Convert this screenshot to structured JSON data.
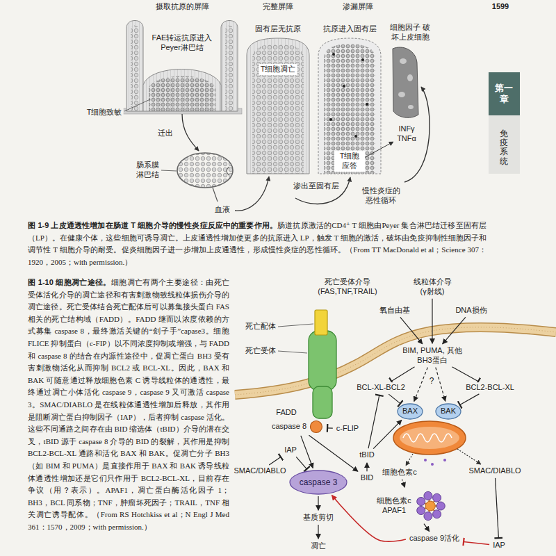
{
  "diagram": {
    "title": "图 1-10 细胞凋亡途径。",
    "caption": "细胞凋亡有两个主要途径：由死亡受体活化介导的凋亡途径和有害刺激物致线粒体损伤介导的凋亡途径。死亡受体结合死亡配体后可以募集接头蛋白 FAS 相关的死亡结构域（FADD）。FADD 继而以浓度依赖的方式募集 caspase 8，最终激活关键的“刽子手”capase3。细胞 FLICE 抑制蛋白（c-FIP）以不同浓度抑制或增强，与 FADD 和 caspase 8 的结合在内源性途径中，促凋亡蛋白 BH3 受有害刺激物活化从而抑制 BCL2 或 BCL-XL。因此，BAX 和 BAK 可随意通过释放细胞色素 C 诱导线粒体的通透性，最终通过凋亡小体活化 caspase 9，caspase 9 又可激活 caspase 3。SMAC/DIABLO 是在线粒体通透性增加后释放，其作用是阻断凋亡蛋白抑制因子（IAP），后者抑制 caspase 活化。这些不同通路之间存在由 BID 缩选体（tBID）介导的潜在交叉，tBID 源于 caspase 8 介导的 BID 的裂解，其作用是抑制 BCL2-BCL-XL 通路和活化 BAX 和 BAK。促凋亡分子 BH3（如 BIM 和 PUMA）是直接作用于 BAX 和 BAK 诱导线粒体通透性增加还是它们只作用于 BCL2-BCL-XL，目前存在争议（用？表示）。APAF1，凋亡蛋白酶活化因子 1；BH3，BCL 同系物；TNF，肿瘤坏死因子；TRAIL，TNF 相关凋亡诱导配体。（From RS Hotchkiss et al；N Engl J Med 361：1570，2009；with permission.）",
    "nodes": [
      {
        "text": [
          "线粒体介导 (γ射线)"
        ]
      },
      {
        "text": [
          "氧自由基"
        ]
      },
      {
        "text": [
          "DNA损伤"
        ]
      },
      {
        "text": [
          "BIM, PUMA, 其他 BH3蛋白"
        ]
      },
      {
        "text": [
          "BCL-XL-BCL2"
        ]
      },
      {
        "text": [
          "BCL2-BCL-XL"
        ]
      },
      {
        "text": [
          "BAX"
        ]
      },
      {
        "text": [
          "BAK"
        ]
      },
      {
        "text": [
          "caspase 8"
        ]
      },
      {
        "text": [
          "c-FLIP"
        ]
      },
      {
        "text": [
          "tBID"
        ]
      },
      {
        "text": [
          "BID"
        ]
      },
      {
        "text": [
          "IAP"
        ]
      },
      {
        "text": [
          "SMAC/DIABLO"
        ]
      },
      {
        "text": [
          "caspase 3"
        ]
      },
      {
        "text": [
          "基质剪切"
        ]
      },
      {
        "text": [
          "凋亡"
        ]
      },
      {
        "text": [
          "细胞色素c"
        ]
      },
      {
        "text": [
          "SMAC/DIABLO"
        ]
      },
      {
        "text": [
          "细胞色素c",
          "APAF1"
        ]
      },
      {
        "text": [
          "caspase 9活化"
        ]
      },
      {
        "text": [
          "IAP"
        ]
      }
    ],
    "edges": [
      {
        "from": 0,
        "to": 3,
        "arrow": "to"
      },
      {
        "from": 1,
        "to": 3,
        "arrow": "to"
      },
      {
        "from": 2,
        "to": 3,
        "arrow": "to"
      },
      {
        "from": 3,
        "to": 4,
        "arrow": "to"
      },
      {
        "from": 3,
        "to": 5,
        "arrow": "to"
      },
      {
        "from": 3,
        "to": 6,
        "arrow": "to"
      },
      {
        "from": 3,
        "to": 7,
        "arrow": "to"
      },
      {
        "from": 4,
        "to": 6,
        "arrow": "to"
      },
      {
        "from": 5,
        "to": 7,
        "arrow": "to"
      },
      {
        "from": 10,
        "to": 4,
        "arrow": "to"
      },
      {
        "from": 10,
        "to": 6,
        "arrow": "to"
      },
      {
        "from": 11,
        "to": 10,
        "arrow": "to"
      },
      {
        "from": 8,
        "to": 11,
        "arrow": "to"
      },
      {
        "from": 9,
        "to": 8,
        "arrow": "to"
      },
      {
        "from": 8,
        "to": 14,
        "arrow": "to"
      },
      {
        "from": 12,
        "to": 14,
        "arrow": "to"
      },
      {
        "from": 13,
        "to": 12,
        "arrow": "to"
      },
      {
        "from": 17,
        "to": 19,
        "arrow": "to"
      },
      {
        "from": 18,
        "to": 21,
        "arrow": "to"
      },
      {
        "from": 19,
        "to": 20,
        "arrow": "to"
      },
      {
        "from": 21,
        "to": 20,
        "arrow": "to"
      },
      {
        "from": 20,
        "to": 14,
        "arrow": "to"
      },
      {
        "from": 14,
        "to": 15,
        "arrow": "to"
      },
      {
        "from": 15,
        "to": 16,
        "arrow": "to"
      }
    ],
    "labels": [
      "摄取抗原的屏障",
      "完整屏障",
      "渗漏屏障",
      "1599",
      "FAE转运抗原进入 Peyer淋巴结",
      "固有层无抗原",
      "T细胞凋亡",
      "抗原进入固有层",
      "细胞因子 破坏上皮细胞",
      "第一章",
      "免疫系统",
      "T细胞致敏",
      "迁出",
      "INFγ TNFα",
      "肠系膜 淋巴结",
      "T细胞 应答",
      "血液",
      "渗出至固有层",
      "慢性炎症的 恶性循环",
      "图 1-9 上皮通透性增加在肠道 T 细胞介导的慢性炎症反应中的重要作用。",
      "肠道抗原激活的CD4⁺ T 细胞由Peyer 集合淋巴结迁移至固有层（LP）。在健康个体，这些细胞可诱导凋亡。上皮通透性增加使更多的抗原进入 LP，触发 T 细胞的激活，破坏由免疫抑制性细胞因子和调节性 T 细胞介导的耐受。促炎细胞因子进一步增加上皮通透性，形成慢性炎症的恶性循环。（From TT MacDonald et al；Science 307：1920，2005；with permission.）",
      "死亡受体介导 (FAS,TNF,TRAIL)",
      "死亡配体",
      "死亡受体",
      "FADD",
      "?"
    ]
  }
}
